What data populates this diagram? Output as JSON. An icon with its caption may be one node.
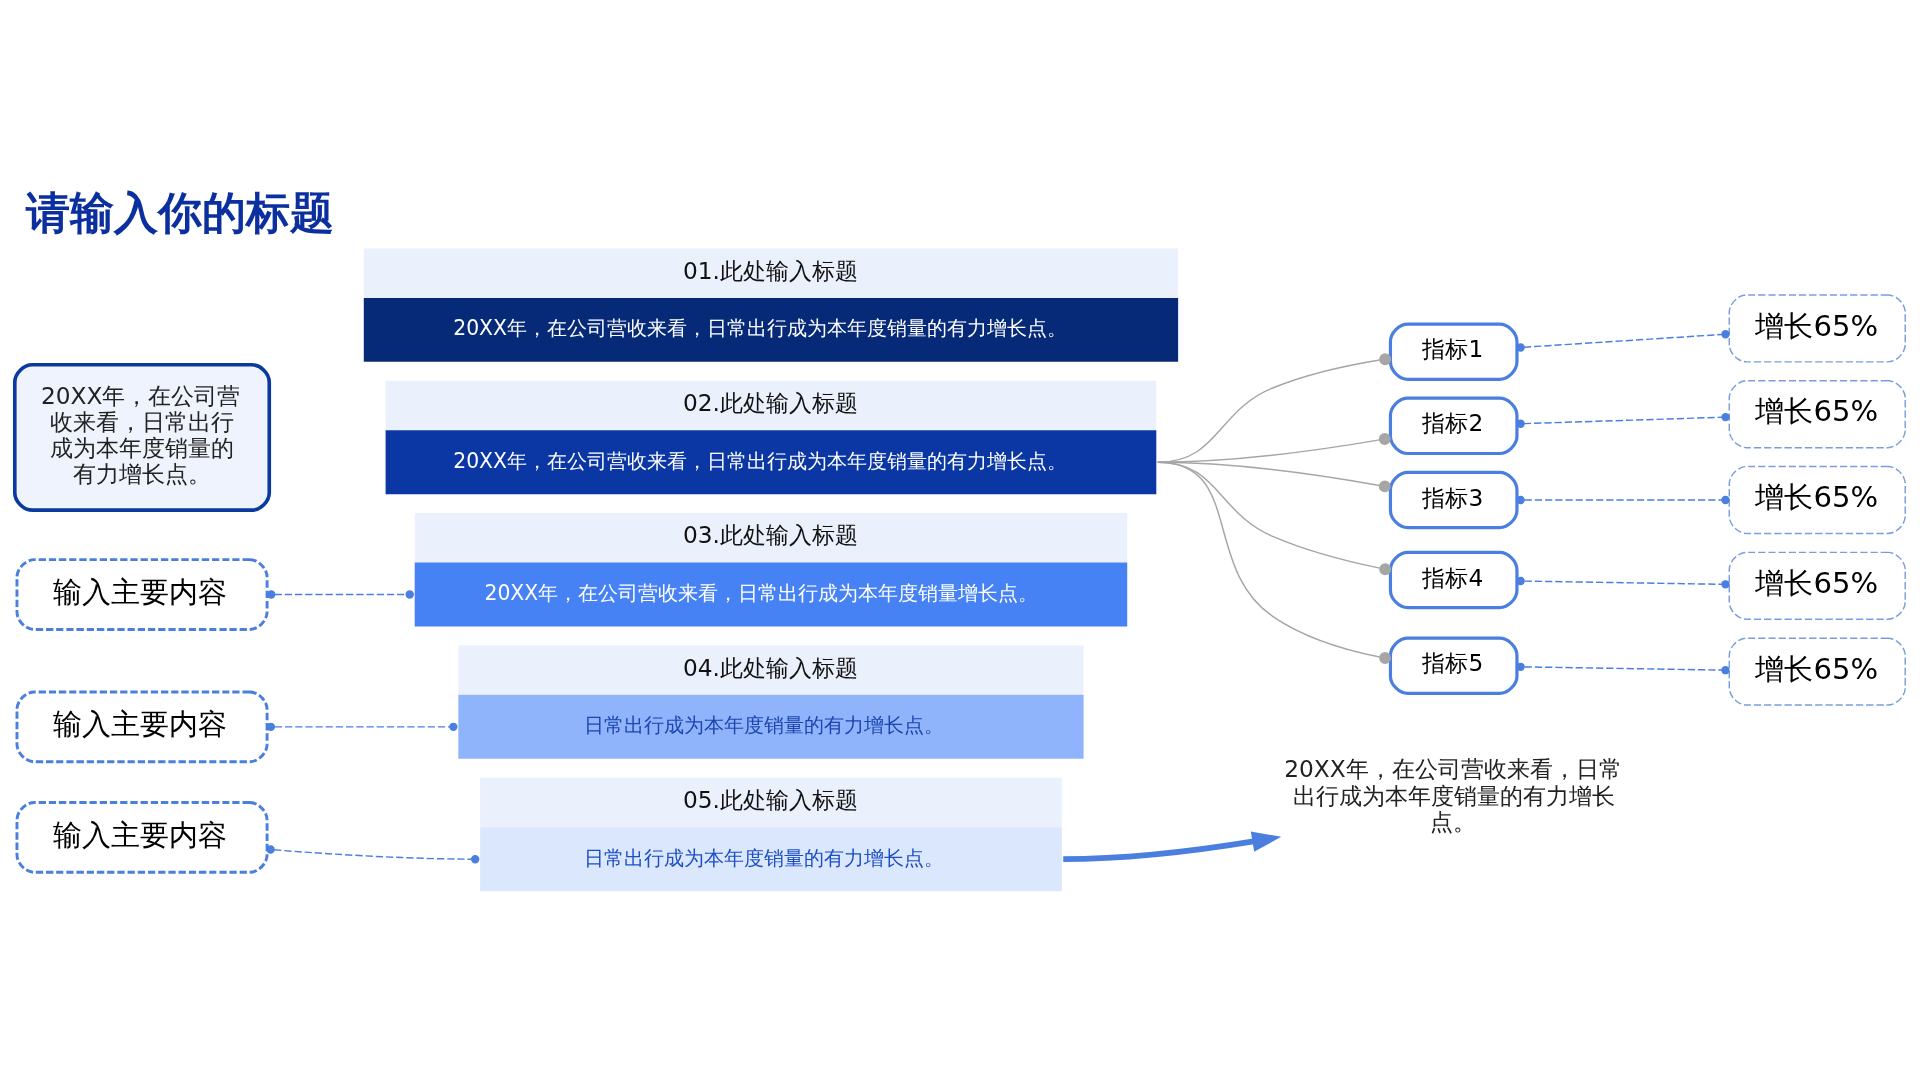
{
  "diagram": {
    "title": "请输入你的标题",
    "nodes": [
      {
        "text": [
          "01.此处输入标题",
          "20XX年，在公司营收来看，日常出行成为本年度销量的有力增长点。"
        ]
      },
      {
        "text": [
          "02.此处输入标题",
          "20XX年，在公司营收来看，日常出行成为本年度销量的有力增长点。"
        ]
      },
      {
        "text": [
          "03.此处输入标题",
          "20XX年，在公司营收来看，日常出行成为本年度销量增长点。"
        ]
      },
      {
        "text": [
          "04.此处输入标题",
          "日常出行成为本年度销量的有力增长点。"
        ]
      },
      {
        "text": [
          "05.此处输入标题",
          "日常出行成为本年度销量的有力增长点。"
        ]
      },
      {
        "text": [
          "20XX年，在公司营收来看，日常出行成为本年度销量的有力增长点。"
        ]
      },
      {
        "text": [
          "输入主要内容"
        ]
      },
      {
        "text": [
          "输入主要内容"
        ]
      },
      {
        "text": [
          "输入主要内容"
        ]
      },
      {
        "text": [
          "指标1"
        ]
      },
      {
        "text": [
          "指标2"
        ]
      },
      {
        "text": [
          "指标3"
        ]
      },
      {
        "text": [
          "指标4"
        ]
      },
      {
        "text": [
          "指标5"
        ]
      },
      {
        "text": [
          "增长65%"
        ]
      },
      {
        "text": [
          "增长65%"
        ]
      },
      {
        "text": [
          "增长65%"
        ]
      },
      {
        "text": [
          "增长65%"
        ]
      },
      {
        "text": [
          "增长65%"
        ]
      },
      {
        "text": [
          "20XX年，在公司营收来看，日常出行成为本年度销量的有力增长点。"
        ]
      }
    ],
    "edges": [
      {
        "from": 6,
        "to": 2,
        "arrow": "other",
        "style": "dashed"
      },
      {
        "from": 7,
        "to": 3,
        "arrow": "other",
        "style": "dashed"
      },
      {
        "from": 8,
        "to": 4,
        "arrow": "other",
        "style": "dashed"
      },
      {
        "from": 1,
        "to": 9,
        "arrow": "other",
        "color": "#a6a6a6"
      },
      {
        "from": 1,
        "to": 10,
        "arrow": "other",
        "color": "#a6a6a6"
      },
      {
        "from": 1,
        "to": 11,
        "arrow": "other",
        "color": "#a6a6a6"
      },
      {
        "from": 1,
        "to": 12,
        "arrow": "other",
        "color": "#a6a6a6"
      },
      {
        "from": 1,
        "to": 13,
        "arrow": "other",
        "color": "#a6a6a6"
      },
      {
        "from": 9,
        "to": 14,
        "arrow": "other",
        "style": "dashed"
      },
      {
        "from": 10,
        "to": 15,
        "arrow": "other",
        "style": "dashed"
      },
      {
        "from": 11,
        "to": 16,
        "arrow": "other",
        "style": "dashed"
      },
      {
        "from": 12,
        "to": 17,
        "arrow": "other",
        "style": "dashed"
      },
      {
        "from": 13,
        "to": 18,
        "arrow": "other",
        "style": "dashed"
      },
      {
        "from": 4,
        "to": 19,
        "arrow": "to",
        "style": "thick"
      }
    ]
  }
}
